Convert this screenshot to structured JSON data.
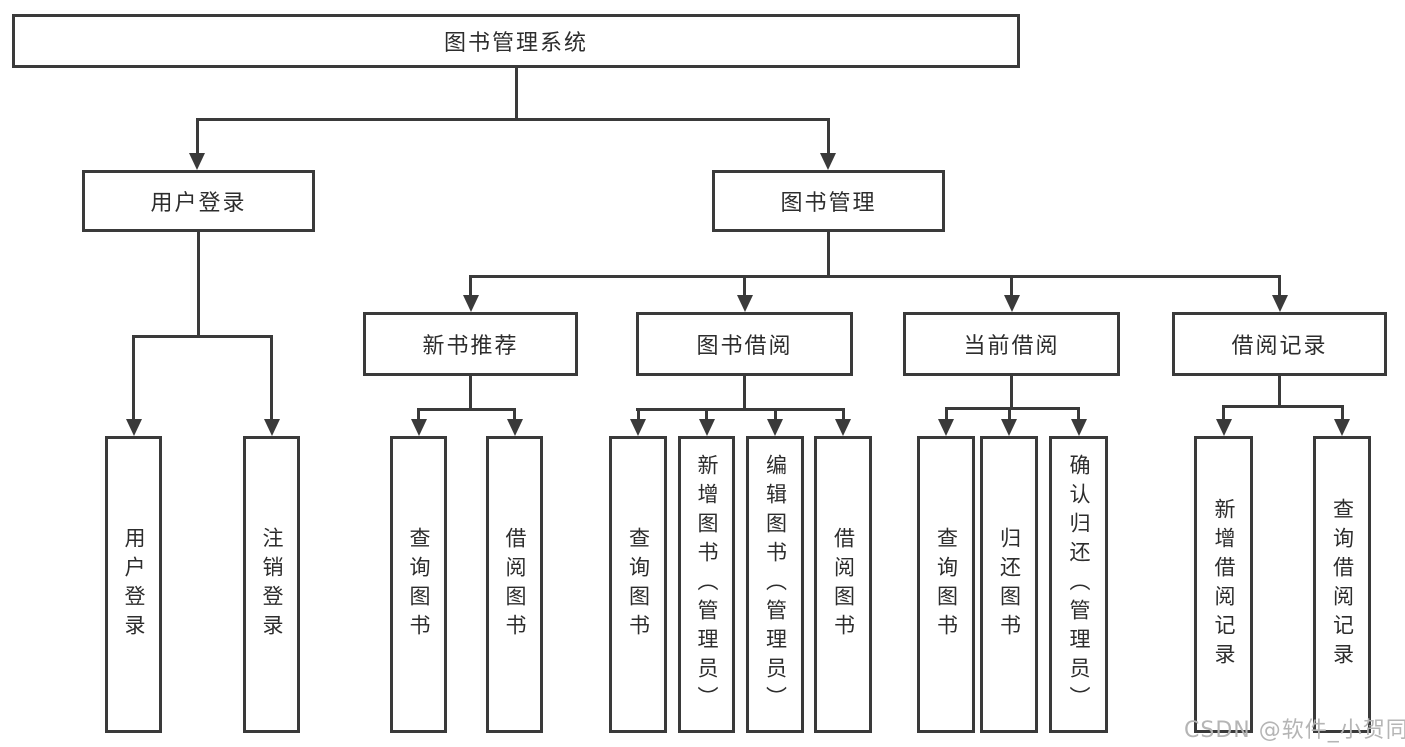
{
  "diagram_title": "图书管理系统",
  "tree": {
    "label": "图书管理系统",
    "children": [
      {
        "label": "用户登录",
        "children": [
          {
            "label": "用户登录"
          },
          {
            "label": "注销登录"
          }
        ]
      },
      {
        "label": "图书管理",
        "children": [
          {
            "label": "新书推荐",
            "children": [
              {
                "label": "查询图书"
              },
              {
                "label": "借阅图书"
              }
            ]
          },
          {
            "label": "图书借阅",
            "children": [
              {
                "label": "查询图书"
              },
              {
                "label": "新增图书（管理员）"
              },
              {
                "label": "编辑图书（管理员）"
              },
              {
                "label": "借阅图书"
              }
            ]
          },
          {
            "label": "当前借阅",
            "children": [
              {
                "label": "查询图书"
              },
              {
                "label": "归还图书"
              },
              {
                "label": "确认归还（管理员）"
              }
            ]
          },
          {
            "label": "借阅记录",
            "children": [
              {
                "label": "新增借阅记录"
              },
              {
                "label": "查询借阅记录"
              }
            ]
          }
        ]
      }
    ]
  },
  "watermark": "CSDN @软件_小贺同学",
  "colors": {
    "line": "#3a3a3a",
    "text": "#2d2d2d",
    "watermark": "#b5b5b5",
    "background": "#ffffff"
  }
}
